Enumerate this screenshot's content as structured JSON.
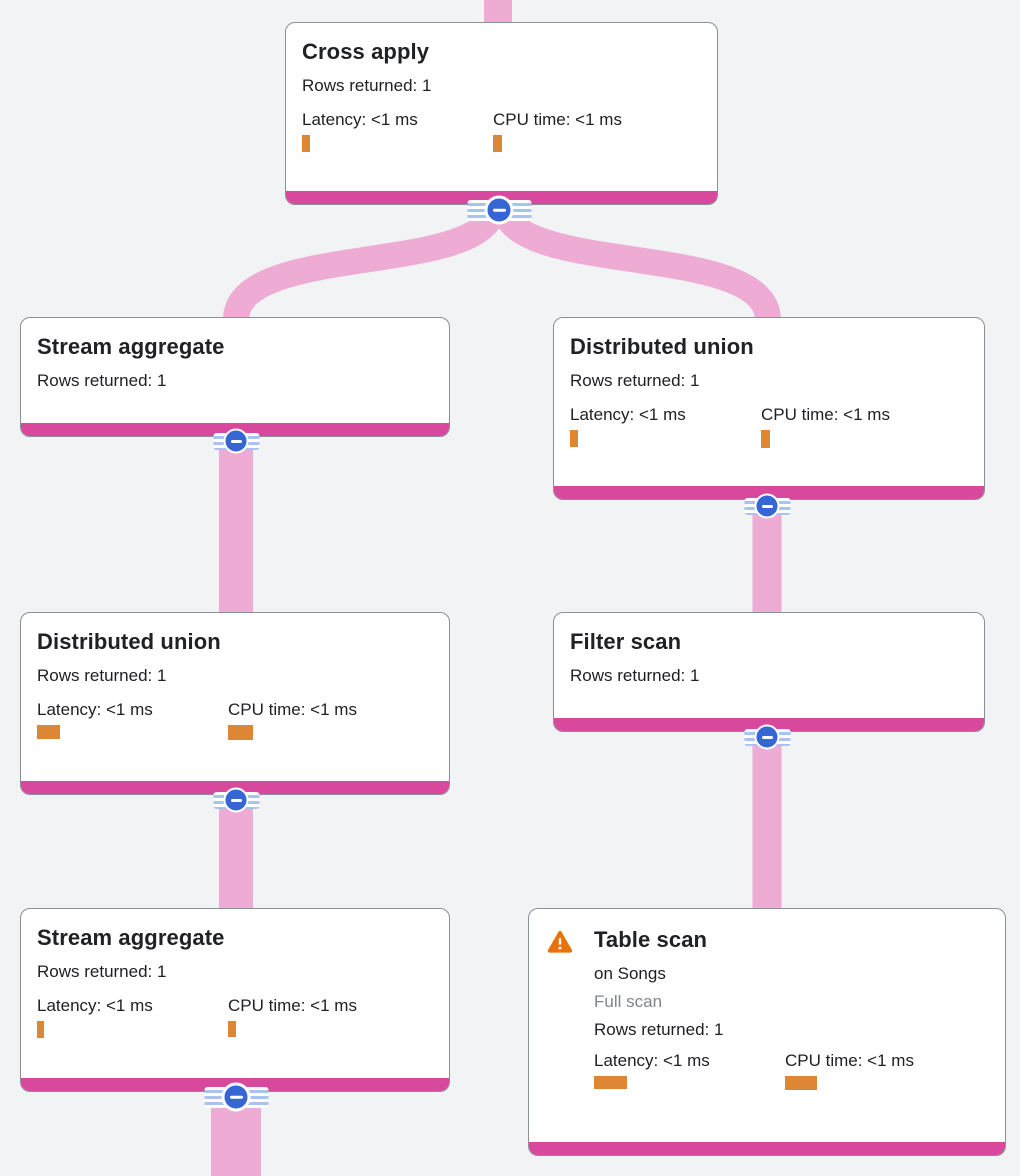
{
  "colors": {
    "canvas-bg": "#F1F3F4",
    "node-bg": "#FFFFFF",
    "node-border": "#8A9097",
    "accent-bar": "#D8489C",
    "edge-pink": "#EEABD4",
    "collapse-blue": "#3566D4",
    "metric-orange": "#DD8633",
    "warning-orange": "#E8710A",
    "text-primary": "#202124",
    "text-muted": "#80868B",
    "stripe-blue": "#A9C2EE"
  },
  "nodes": [
    {
      "title": "Cross apply",
      "rows": "Rows returned: 1",
      "latency": "Latency: <1 ms",
      "cpu": "CPU time: <1 ms",
      "latency_bar": {
        "w": 8,
        "h": 17
      },
      "cpu_bar": {
        "w": 9,
        "h": 17
      }
    },
    {
      "title": "Stream aggregate",
      "rows": "Rows returned: 1"
    },
    {
      "title": "Distributed union",
      "rows": "Rows returned: 1",
      "latency": "Latency: <1 ms",
      "cpu": "CPU time: <1 ms",
      "latency_bar": {
        "w": 8,
        "h": 17
      },
      "cpu_bar": {
        "w": 9,
        "h": 18
      }
    },
    {
      "title": "Distributed union",
      "rows": "Rows returned: 1",
      "latency": "Latency: <1 ms",
      "cpu": "CPU time: <1 ms",
      "latency_bar": {
        "w": 23,
        "h": 14
      },
      "cpu_bar": {
        "w": 25,
        "h": 15
      }
    },
    {
      "title": "Filter scan",
      "rows": "Rows returned: 1"
    },
    {
      "title": "Stream aggregate",
      "rows": "Rows returned: 1",
      "latency": "Latency: <1 ms",
      "cpu": "CPU time: <1 ms",
      "latency_bar": {
        "w": 7,
        "h": 17
      },
      "cpu_bar": {
        "w": 8,
        "h": 16
      }
    },
    {
      "title": "Table scan",
      "subtitle": "on Songs",
      "scan_type": "Full scan",
      "rows": "Rows returned: 1",
      "latency": "Latency: <1 ms",
      "cpu": "CPU time: <1 ms",
      "latency_bar": {
        "w": 33,
        "h": 13
      },
      "cpu_bar": {
        "w": 32,
        "h": 14
      }
    }
  ]
}
